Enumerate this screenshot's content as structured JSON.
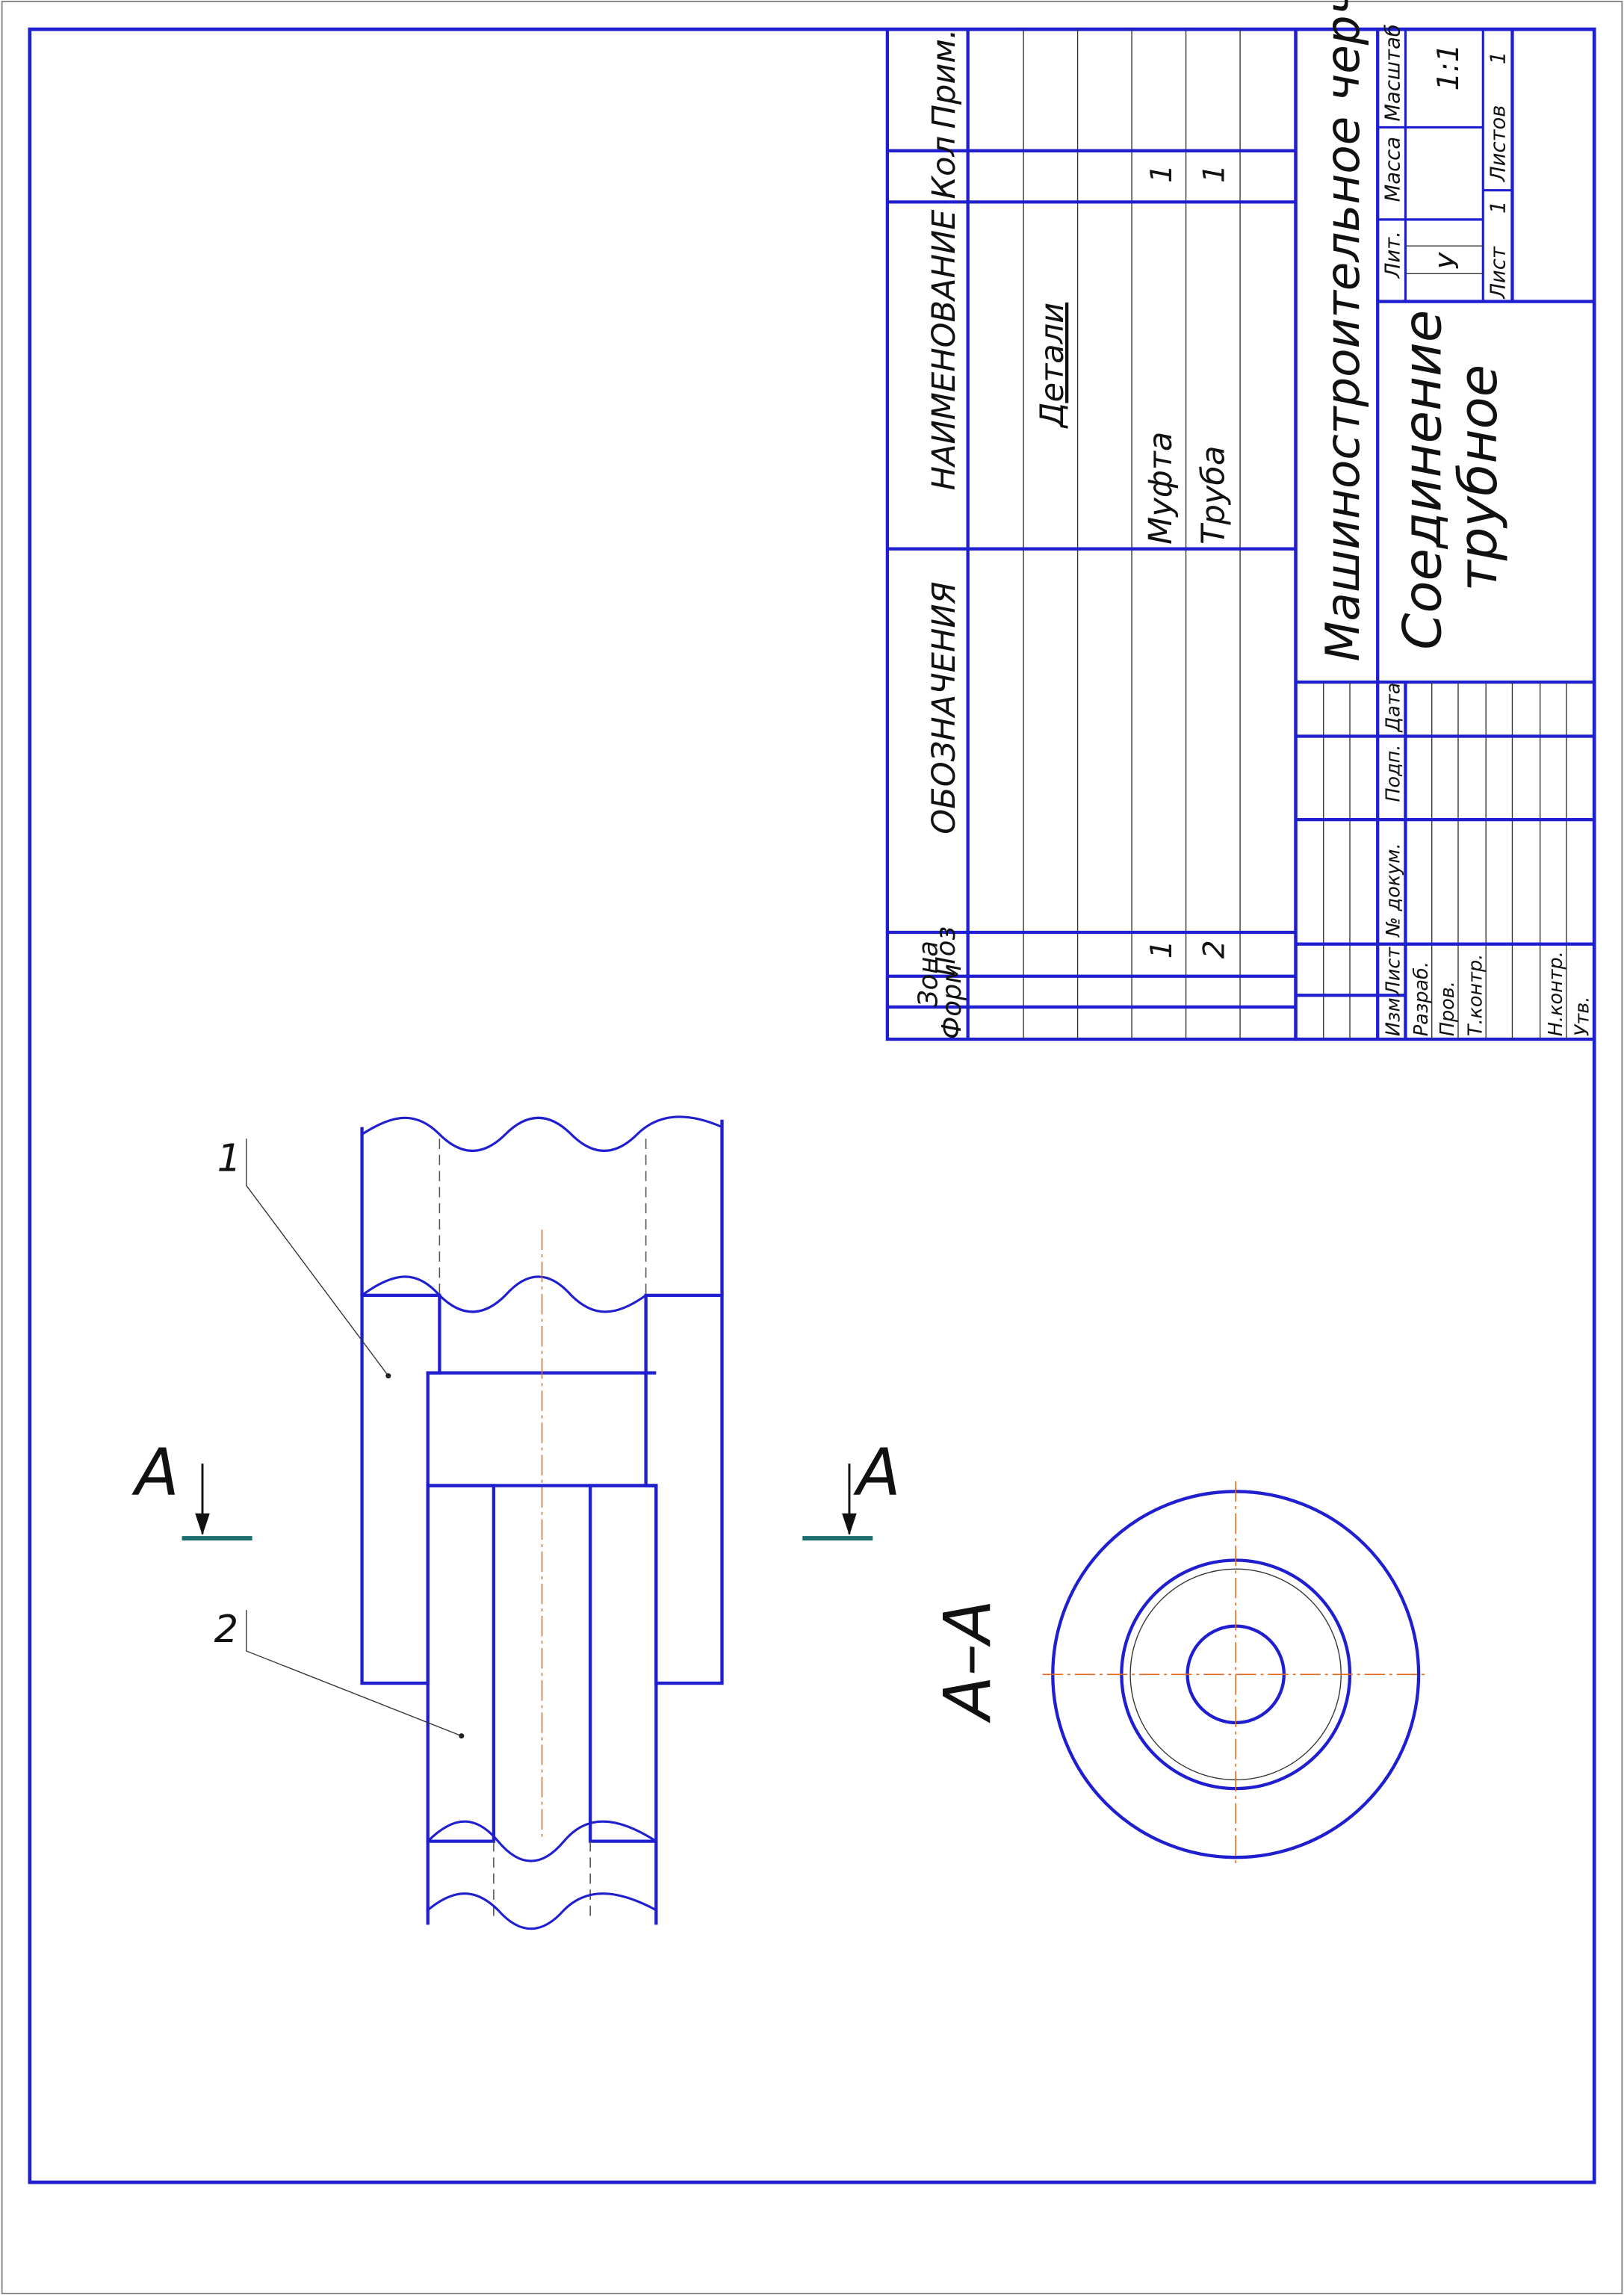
{
  "spec": {
    "headers": {
      "format": "Форм",
      "zone": "Зона",
      "pos": "Поз",
      "designation": "ОБОЗНАЧЕНИЯ",
      "name": "НАИМЕНОВАНИЕ",
      "qty": "Кол",
      "note": "Прим."
    },
    "section": "Детали",
    "rows": [
      {
        "pos": "1",
        "name": "Муфта",
        "qty": "1"
      },
      {
        "pos": "2",
        "name": "Труба",
        "qty": "1"
      }
    ]
  },
  "title_block": {
    "organization": "Машиностроительное черчение",
    "title_line1": "Соединение",
    "title_line2": "трубное",
    "lit_label": "Лит.",
    "lit_value": "У",
    "mass_label": "Масса",
    "scale_label": "Масштаб",
    "scale_value": "1:1",
    "sheet_label": "Лист",
    "sheet_value": "1",
    "sheets_label": "Листов",
    "sheets_value": "1",
    "col_izm": "Изм",
    "col_list": "Лист",
    "col_doc": "№ докум.",
    "col_sign": "Подп.",
    "col_date": "Дата",
    "role_developer": "Разраб.",
    "role_checker": "Пров.",
    "role_tcontrol": "Т.контр.",
    "role_ncontrol": "Н.контр.",
    "role_approved": "Утв."
  },
  "drawing": {
    "callout_1": "1",
    "callout_2": "2",
    "section_mark": "А",
    "section_title": "А–А"
  }
}
